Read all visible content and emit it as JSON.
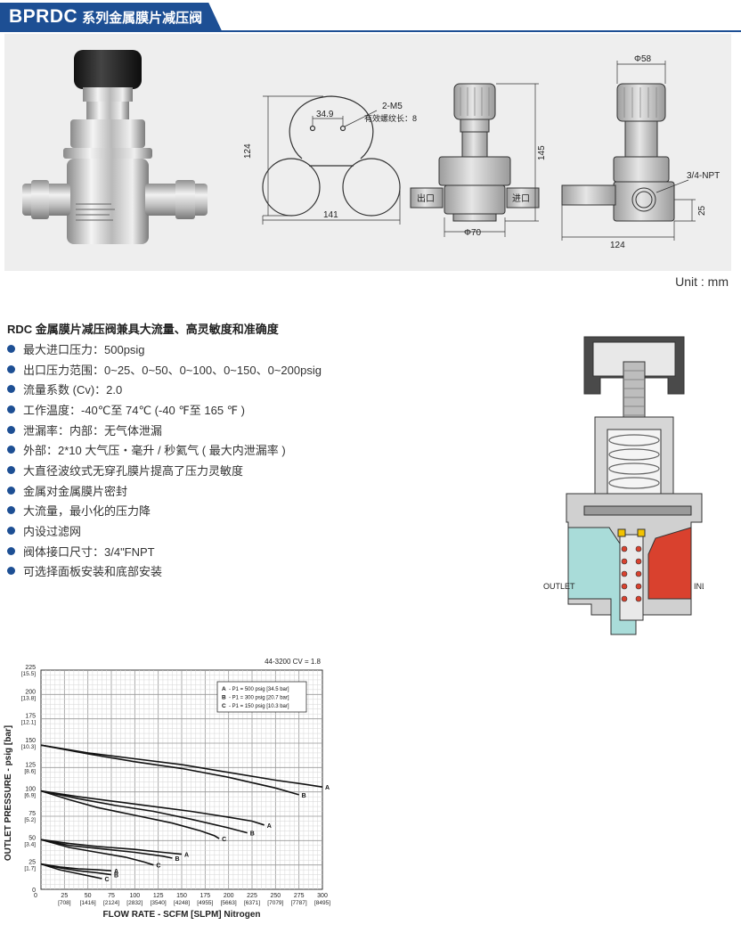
{
  "header": {
    "title_main": "BPRDC",
    "title_sub": "系列金属膜片减压阀"
  },
  "drawings": {
    "top_view": {
      "dim_width": "141",
      "dim_height": "124",
      "dim_hole_spacing": "34.9",
      "hole_label": "2-M5",
      "thread_label": "有效螺纹长：8"
    },
    "front_view": {
      "dim_height": "145",
      "dim_dia": "Φ70",
      "outlet_label": "出口",
      "inlet_label": "进口"
    },
    "side_view": {
      "dim_dia": "Φ58",
      "port_label": "3/4-NPT",
      "dim_width": "124",
      "dim_port_height": "25"
    }
  },
  "unit": "Unit : mm",
  "features": {
    "title": "RDC 金属膜片减压阀兼具大流量、高灵敏度和准确度",
    "items": [
      "最大进口压力：500psig",
      "出口压力范围：0~25、0~50、0~100、0~150、0~200psig",
      "流量系数 (Cv)：2.0",
      "工作温度：-40℃至 74℃ (-40 ℉至 165 ℉ )",
      "泄漏率：内部：无气体泄漏",
      "外部：2*10 大气压・毫升 / 秒氦气 ( 最大内泄漏率 )",
      "大直径波纹式无穿孔膜片提高了压力灵敏度",
      "金属对金属膜片密封",
      "大流量，最小化的压力降",
      "内设过滤网",
      "阀体接口尺寸：3/4\"FNPT",
      "可选择面板安装和底部安装"
    ]
  },
  "cutaway": {
    "outlet_label": "OUTLET",
    "inlet_label": "INLET"
  },
  "colors": {
    "brand_blue": "#1d4f94",
    "outlet_cyan": "#a9dcd9",
    "inlet_red": "#d9412e"
  },
  "chart_data": {
    "type": "line",
    "subtitle": "44-3200 CV = 1.8",
    "xlabel": "FLOW RATE - SCFM [SLPM] Nitrogen",
    "ylabel": "OUTLET PRESSURE - psig [bar]",
    "xlim": [
      0,
      300
    ],
    "ylim": [
      0,
      225
    ],
    "x_ticks": [
      {
        "v": 0,
        "l": "0",
        "s": ""
      },
      {
        "v": 25,
        "l": "25",
        "s": "[708]"
      },
      {
        "v": 50,
        "l": "50",
        "s": "[1416]"
      },
      {
        "v": 75,
        "l": "75",
        "s": "[2124]"
      },
      {
        "v": 100,
        "l": "100",
        "s": "[2832]"
      },
      {
        "v": 125,
        "l": "125",
        "s": "[3540]"
      },
      {
        "v": 150,
        "l": "150",
        "s": "[4248]"
      },
      {
        "v": 175,
        "l": "175",
        "s": "[4955]"
      },
      {
        "v": 200,
        "l": "200",
        "s": "[5663]"
      },
      {
        "v": 225,
        "l": "225",
        "s": "[6371]"
      },
      {
        "v": 250,
        "l": "250",
        "s": "[7079]"
      },
      {
        "v": 275,
        "l": "275",
        "s": "[7787]"
      },
      {
        "v": 300,
        "l": "300",
        "s": "[8495]"
      }
    ],
    "y_ticks": [
      {
        "v": 0,
        "l": "0",
        "s": ""
      },
      {
        "v": 25,
        "l": "25",
        "s": "[1.7]"
      },
      {
        "v": 50,
        "l": "50",
        "s": "[3.4]"
      },
      {
        "v": 75,
        "l": "75",
        "s": "[5.2]"
      },
      {
        "v": 100,
        "l": "100",
        "s": "[6.9]"
      },
      {
        "v": 125,
        "l": "125",
        "s": "[8.6]"
      },
      {
        "v": 150,
        "l": "150",
        "s": "[10.3]"
      },
      {
        "v": 175,
        "l": "175",
        "s": "[12.1]"
      },
      {
        "v": 200,
        "l": "200",
        "s": "[13.8]"
      },
      {
        "v": 225,
        "l": "225",
        "s": "[15.5]"
      }
    ],
    "legend": [
      {
        "key": "A",
        "text": "- P1 = 500 psig [34.5 bar]"
      },
      {
        "key": "B",
        "text": "- P1 = 300 psig [20.7 bar]"
      },
      {
        "key": "C",
        "text": "- P1 = 150 psig [10.3 bar]"
      }
    ],
    "grid": true,
    "series": [
      {
        "name": "A",
        "points": [
          [
            0,
            148
          ],
          [
            50,
            140
          ],
          [
            100,
            134
          ],
          [
            150,
            128
          ],
          [
            200,
            120
          ],
          [
            250,
            112
          ],
          [
            280,
            108
          ],
          [
            300,
            105
          ]
        ]
      },
      {
        "name": "B",
        "points": [
          [
            0,
            148
          ],
          [
            50,
            139
          ],
          [
            100,
            131
          ],
          [
            150,
            124
          ],
          [
            200,
            115
          ],
          [
            250,
            104
          ],
          [
            275,
            97
          ]
        ]
      },
      {
        "name": "A",
        "points": [
          [
            0,
            101
          ],
          [
            40,
            95
          ],
          [
            80,
            90
          ],
          [
            120,
            85
          ],
          [
            160,
            80
          ],
          [
            200,
            74
          ],
          [
            225,
            70
          ],
          [
            238,
            66
          ]
        ]
      },
      {
        "name": "B",
        "points": [
          [
            0,
            101
          ],
          [
            40,
            93
          ],
          [
            80,
            86
          ],
          [
            120,
            80
          ],
          [
            160,
            72
          ],
          [
            200,
            63
          ],
          [
            220,
            58
          ]
        ]
      },
      {
        "name": "C",
        "points": [
          [
            0,
            101
          ],
          [
            30,
            92
          ],
          [
            60,
            84
          ],
          [
            100,
            76
          ],
          [
            140,
            68
          ],
          [
            170,
            60
          ],
          [
            185,
            55
          ],
          [
            190,
            52
          ]
        ]
      },
      {
        "name": "A",
        "points": [
          [
            0,
            51
          ],
          [
            30,
            47
          ],
          [
            60,
            44
          ],
          [
            100,
            41
          ],
          [
            130,
            38
          ],
          [
            150,
            36
          ]
        ]
      },
      {
        "name": "B",
        "points": [
          [
            0,
            51
          ],
          [
            30,
            45
          ],
          [
            60,
            42
          ],
          [
            100,
            38
          ],
          [
            130,
            34
          ],
          [
            140,
            32
          ]
        ]
      },
      {
        "name": "C",
        "points": [
          [
            0,
            51
          ],
          [
            30,
            43
          ],
          [
            60,
            38
          ],
          [
            90,
            33
          ],
          [
            110,
            28
          ],
          [
            120,
            25
          ]
        ]
      },
      {
        "name": "A",
        "points": [
          [
            0,
            26
          ],
          [
            20,
            23
          ],
          [
            40,
            21
          ],
          [
            60,
            20
          ],
          [
            75,
            19
          ]
        ]
      },
      {
        "name": "B",
        "points": [
          [
            0,
            26
          ],
          [
            20,
            22
          ],
          [
            40,
            19
          ],
          [
            60,
            17
          ],
          [
            75,
            15
          ]
        ]
      },
      {
        "name": "C",
        "points": [
          [
            0,
            26
          ],
          [
            20,
            20
          ],
          [
            40,
            16
          ],
          [
            55,
            13
          ],
          [
            65,
            11
          ]
        ]
      }
    ]
  }
}
